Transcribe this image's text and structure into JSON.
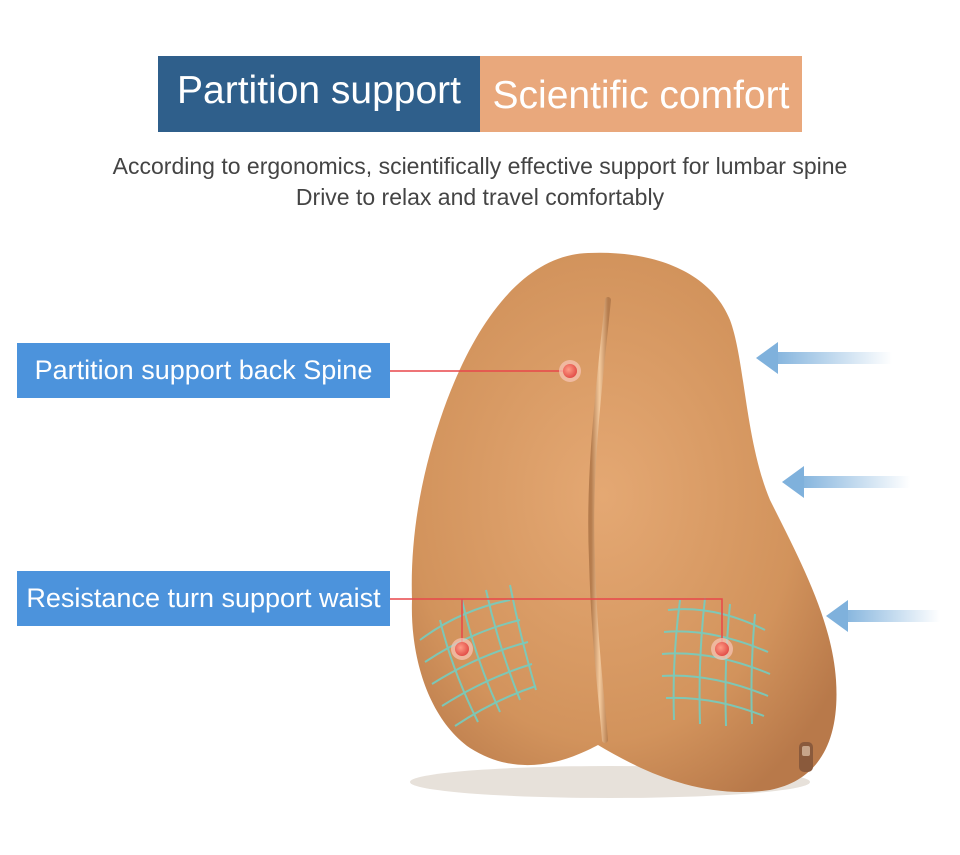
{
  "banner": {
    "left_label": "Partition support",
    "right_label": "Scientific comfort",
    "left_color": "#2f5f8b",
    "right_color": "#e9a87c"
  },
  "subtitle": {
    "line1": "According to ergonomics, scientifically effective support for lumbar spine",
    "line2": "Drive to relax and travel comfortably"
  },
  "callouts": [
    {
      "label": "Partition support back Spine"
    },
    {
      "label": "Resistance turn support waist"
    }
  ],
  "colors": {
    "callout": "#4c93dc",
    "pillow": "#d99964",
    "pointer_line": "#e8474a",
    "mesh": "#6fd1c6",
    "arrow": "#7fb1dc"
  },
  "icons": [
    "arrow-left-icon",
    "hotspot-icon"
  ]
}
